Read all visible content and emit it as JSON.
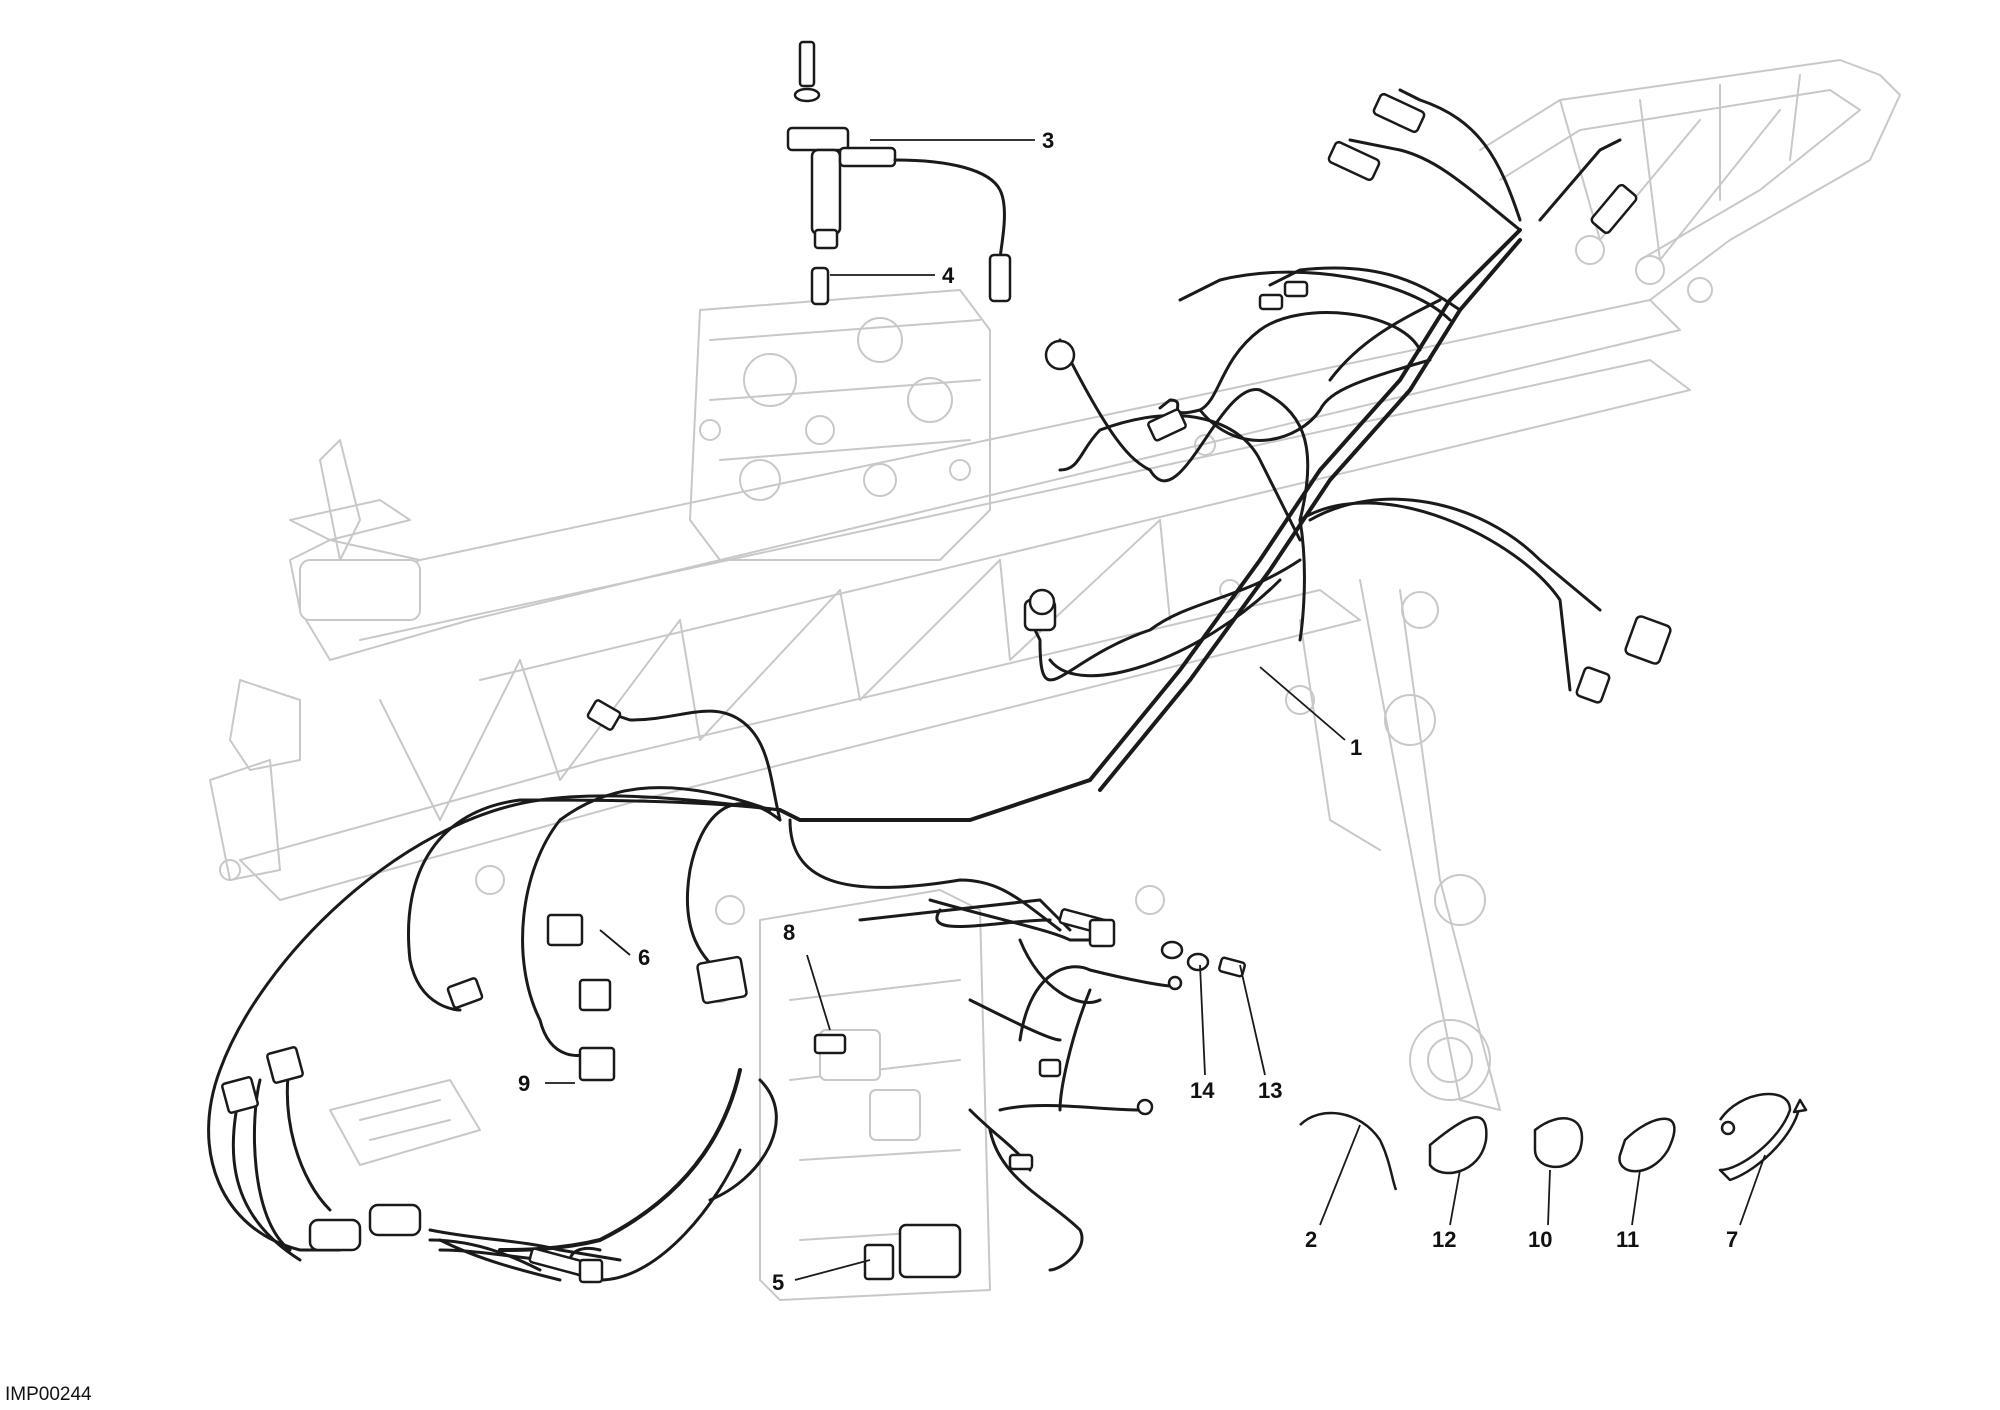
{
  "drawing": {
    "reference_code": "IMP00244",
    "colors": {
      "line": "#1a1a1a",
      "ghost": "#c8c8c8",
      "background": "#ffffff"
    },
    "callouts": [
      {
        "id": "1",
        "label": "1"
      },
      {
        "id": "2",
        "label": "2"
      },
      {
        "id": "3",
        "label": "3"
      },
      {
        "id": "4",
        "label": "4"
      },
      {
        "id": "5",
        "label": "5"
      },
      {
        "id": "6",
        "label": "6"
      },
      {
        "id": "7",
        "label": "7"
      },
      {
        "id": "8",
        "label": "8"
      },
      {
        "id": "9",
        "label": "9"
      },
      {
        "id": "10",
        "label": "10"
      },
      {
        "id": "11",
        "label": "11"
      },
      {
        "id": "12",
        "label": "12"
      },
      {
        "id": "13",
        "label": "13"
      },
      {
        "id": "14",
        "label": "14"
      }
    ]
  }
}
